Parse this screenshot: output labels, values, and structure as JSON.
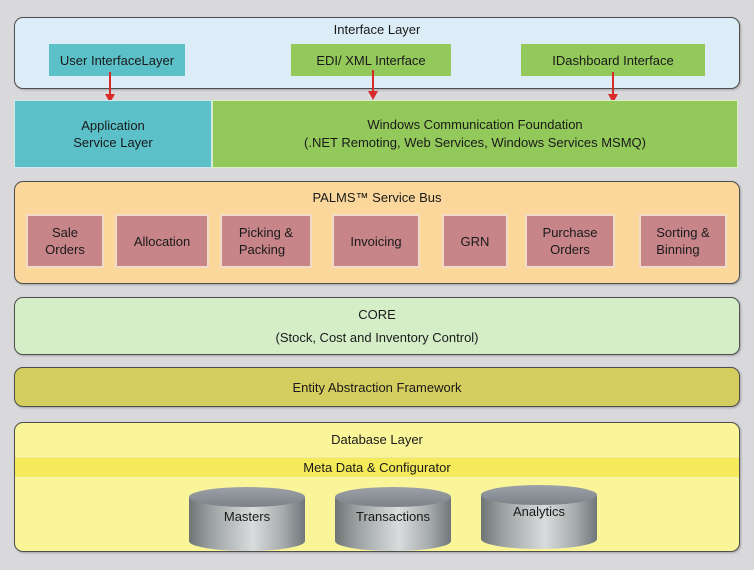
{
  "interface_layer": {
    "title": "Interface Layer",
    "boxes": [
      {
        "label": "User InterfaceLayer",
        "color": "#5bc0c8"
      },
      {
        "label": "EDI/ XML Interface",
        "color": "#93c95a"
      },
      {
        "label": "IDashboard Interface",
        "color": "#93c95a"
      }
    ]
  },
  "service_row": {
    "application_service": {
      "line1": "Application",
      "line2": "Service Layer"
    },
    "wcf": {
      "line1": "Windows Communication Foundation",
      "line2": "(.NET Remoting, Web Services, Windows Services  MSMQ)"
    }
  },
  "service_bus": {
    "title": "PALMS™ Service Bus",
    "modules": [
      {
        "line1": "Sale",
        "line2": "Orders"
      },
      {
        "line1": "Allocation",
        "line2": ""
      },
      {
        "line1": "Picking &",
        "line2": "Packing"
      },
      {
        "line1": "Invoicing",
        "line2": ""
      },
      {
        "line1": "GRN",
        "line2": ""
      },
      {
        "line1": "Purchase",
        "line2": "Orders"
      },
      {
        "line1": "Sorting &",
        "line2": "Binning"
      }
    ]
  },
  "core": {
    "title": "CORE",
    "subtitle": "(Stock, Cost and Inventory Control)"
  },
  "entity": {
    "title": "Entity Abstraction Framework"
  },
  "database": {
    "title": "Database Layer",
    "meta": "Meta Data & Configurator",
    "stores": [
      "Masters",
      "Transactions",
      "Analytics"
    ]
  },
  "colors": {
    "interface_bg": "#dcedf7",
    "teal": "#5bc0c8",
    "green": "#93c95a",
    "bus_bg": "#fbd79b",
    "module": "#c78589",
    "core_bg": "#d6eec8",
    "entity_bg": "#d4cd5f",
    "db_bg": "#fbf59a",
    "arrow": "#d92a2a"
  }
}
